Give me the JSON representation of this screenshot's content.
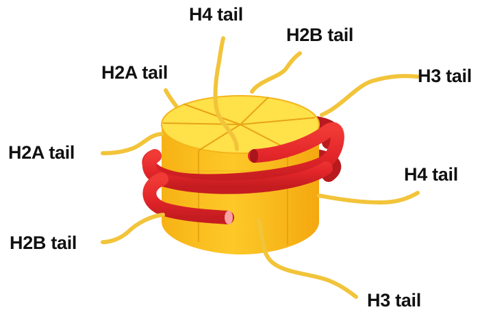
{
  "labels": {
    "h4_top": "H4 tail",
    "h2b_top": "H2B tail",
    "h2a_top": "H2A tail",
    "h3_right": "H3 tail",
    "h2a_left": "H2A tail",
    "h4_right": "H4 tail",
    "h2b_bottom": "H2B tail",
    "h3_bottom": "H3 tail"
  },
  "colors": {
    "background": "#ffffff",
    "histone_core_side": "#f9bc1a",
    "histone_core_top": "#ffe14a",
    "tail": "#f2c43a",
    "dna_wrap": "#e3262a",
    "dna_end": "#f7a3a3",
    "text": "#111111"
  }
}
